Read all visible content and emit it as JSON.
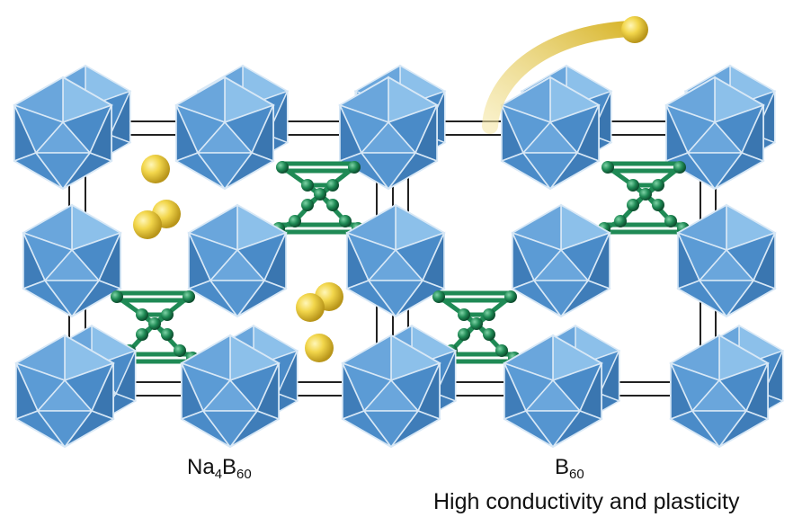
{
  "labels": {
    "left": {
      "base1": "Na",
      "sub1": "4",
      "base2": "B",
      "sub2": "60"
    },
    "right": {
      "base": "B",
      "sub": "60"
    },
    "caption": "High conductivity and plasticity"
  },
  "colors": {
    "icosahedron_fill": "#5b9bd5",
    "icosahedron_edge": "#cfe3f5",
    "sodium": "#f2d64b",
    "boron_network": "#1f8a55",
    "cell_edge": "#222222",
    "arrow": "#e8c94a"
  },
  "legend_items": []
}
